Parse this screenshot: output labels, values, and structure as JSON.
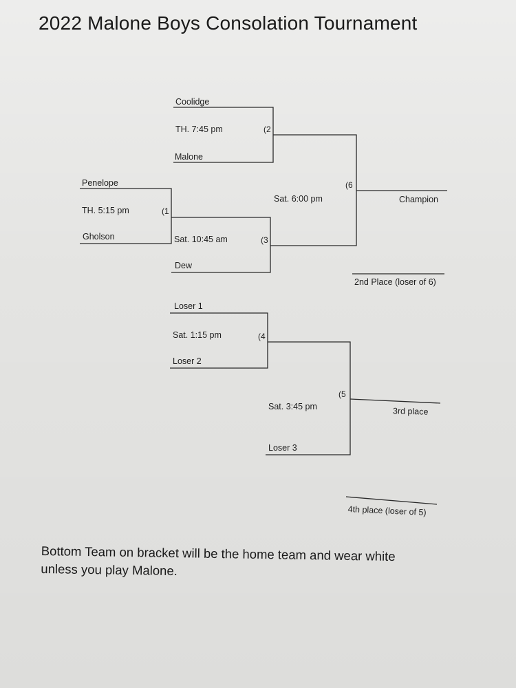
{
  "title": "2022 Malone Boys Consolation Tournament",
  "teams": {
    "coolidge": "Coolidge",
    "malone": "Malone",
    "penelope": "Penelope",
    "gholson": "Gholson",
    "dew": "Dew",
    "loser1": "Loser 1",
    "loser2": "Loser 2",
    "loser3": "Loser 3"
  },
  "games": {
    "g1": {
      "time": "TH. 5:15 pm",
      "num": "(1"
    },
    "g2": {
      "time": "TH. 7:45 pm",
      "num": "(2"
    },
    "g3": {
      "time": "Sat. 10:45 am",
      "num": "(3"
    },
    "g4": {
      "time": "Sat. 1:15 pm",
      "num": "(4"
    },
    "g5": {
      "time": "Sat. 3:45 pm",
      "num": "(5"
    },
    "g6": {
      "time": "Sat. 6:00 pm",
      "num": "(6"
    }
  },
  "places": {
    "champion": "Champion",
    "second": "2nd Place (loser of 6)",
    "third": "3rd place",
    "fourth": "4th place  (loser of 5)"
  },
  "note": "Bottom Team on bracket will be the home team and wear white unless you play Malone."
}
